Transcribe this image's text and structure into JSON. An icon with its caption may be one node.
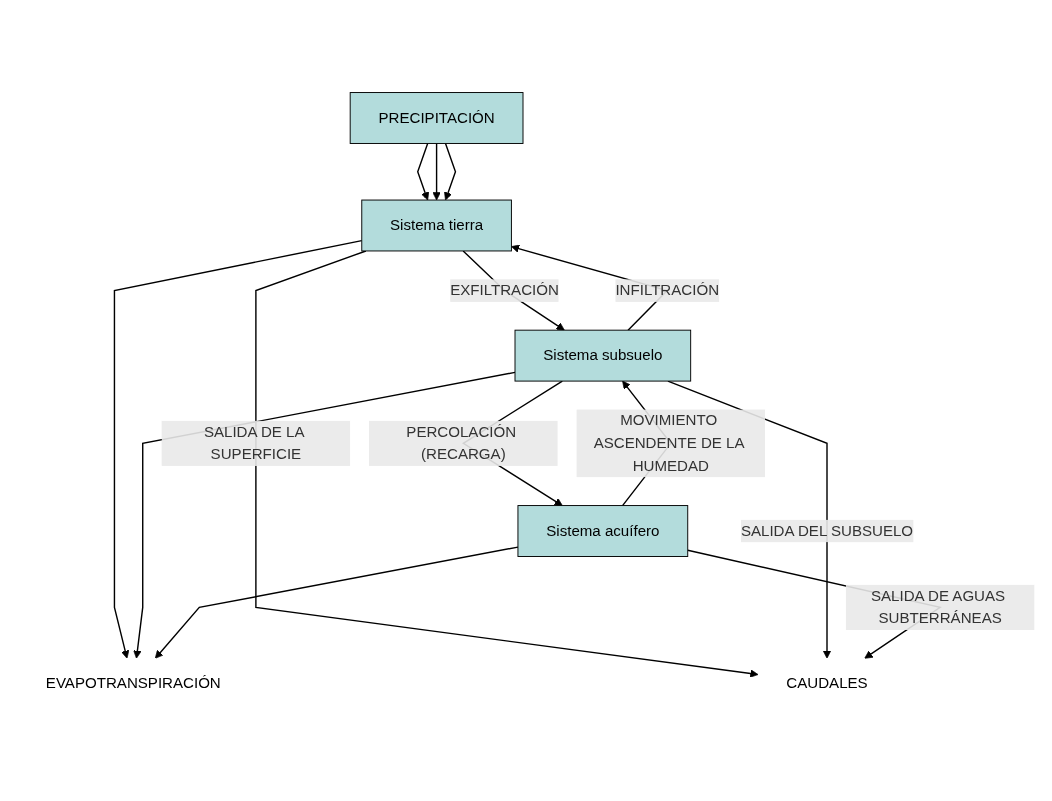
{
  "diagram": {
    "nodes": [
      {
        "text": [
          "PRECIPITACIÓN"
        ]
      },
      {
        "text": [
          "Sistema  tierra"
        ]
      },
      {
        "text": [
          "Sistema subsuelo"
        ]
      },
      {
        "text": [
          "Sistema acuífero"
        ]
      },
      {
        "text": [
          "EVAPOTRANSPIRACIÓN"
        ]
      },
      {
        "text": [
          "CAUDALES"
        ]
      }
    ],
    "edges": [
      {
        "from": 0,
        "to": 1,
        "arrow": "to"
      },
      {
        "from": 0,
        "to": 1,
        "arrow": "to"
      },
      {
        "from": 0,
        "to": 1,
        "arrow": "to"
      },
      {
        "from": 1,
        "to": 2,
        "arrow": "to",
        "label": "EXFILTRACIÓN"
      },
      {
        "from": 2,
        "to": 1,
        "arrow": "to",
        "label": "INFILTRACIÓN"
      },
      {
        "from": 2,
        "to": 3,
        "arrow": "to",
        "label": "PERCOLACIÓN (RECARGA)"
      },
      {
        "from": 3,
        "to": 2,
        "arrow": "to",
        "label": "MOVIMIENTO ASCENDENTE DE LA HUMEDAD"
      },
      {
        "from": 1,
        "to": 4,
        "arrow": "to"
      },
      {
        "from": 2,
        "to": 4,
        "arrow": "to"
      },
      {
        "from": 3,
        "to": 4,
        "arrow": "to"
      },
      {
        "from": 1,
        "to": 5,
        "arrow": "to",
        "label": "SALIDA DE LA SUPERFICIE"
      },
      {
        "from": 2,
        "to": 5,
        "arrow": "to",
        "label": "SALIDA DEL SUBSUELO"
      },
      {
        "from": 3,
        "to": 5,
        "arrow": "to",
        "label": "SALIDA DE AGUAS SUBTERRÁNEAS"
      }
    ]
  }
}
